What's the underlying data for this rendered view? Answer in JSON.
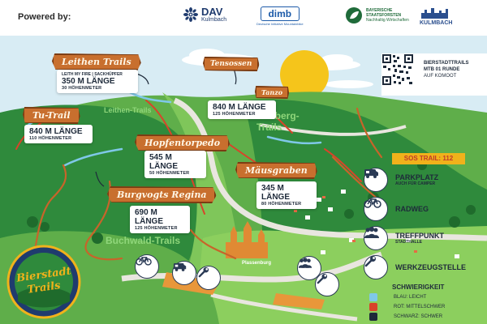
{
  "header": {
    "powered_by": "Powered by:",
    "sponsors": [
      {
        "name": "DAV",
        "sub": "Kulmbach"
      },
      {
        "name": "dimb",
        "sub": "Deutsche Initiative Mountainbike"
      },
      {
        "name": "BAYERISCHE STAATSFORSTEN",
        "sub": "Nachhaltig Wirtschaften"
      },
      {
        "name": "KULMBACH"
      }
    ]
  },
  "qr": {
    "line1": "BIERSTADTTRAILS",
    "line2": "MTB 01 RUNDE",
    "line3": "AUF KOMOOT"
  },
  "trails": [
    {
      "name": "Leithen Trails",
      "extra": "LEITH MY FIRE | SACKHÜPFER",
      "length": "350 M LÄNGE",
      "elevation": "30 HÖHENMETER"
    },
    {
      "name": "Tu-Trail",
      "length": "840 M LÄNGE",
      "elevation": "110 HÖHENMETER"
    },
    {
      "name": "Tensossen",
      "name2": "Tanzo",
      "length": "840 M LÄNGE",
      "elevation": "125 HÖHENMETER"
    },
    {
      "name": "Hopfentorpedo",
      "length": "545 M LÄNGE",
      "elevation": "50 HÖHENMETER"
    },
    {
      "name": "Mäusgraben",
      "length": "345 M LÄNGE",
      "elevation": "80 HÖHENMETER"
    },
    {
      "name": "Burgvogts Regina",
      "length": "690 M LÄNGE",
      "elevation": "125 HÖHENMETER"
    }
  ],
  "regions": {
    "leithen": "Leithen-Trails",
    "rehberg_1": "Rehberg-",
    "rehberg_2": "Trails",
    "buchwald": "Buchwald-Trails",
    "plassenburg": "Plassenburg"
  },
  "sos": "SOS TRAIL: 112",
  "legend": [
    {
      "icon": "camper-icon",
      "title": "PARKPLATZ",
      "sub": "AUCH FÜR CAMPER"
    },
    {
      "icon": "bicycle-icon",
      "title": "RADWEG",
      "sub": ""
    },
    {
      "icon": "group-icon",
      "title": "TREFFPUNKT",
      "sub": "STADTHALLE"
    },
    {
      "icon": "wrench-icon",
      "title": "WERKZEUGSTELLE",
      "sub": ""
    }
  ],
  "difficulty": {
    "title": "SCHWIERIGKEIT",
    "levels": [
      {
        "label": "BLAU: LEICHT",
        "color": "#7fc8e8"
      },
      {
        "label": "ROT: MITTELSCHWER",
        "color": "#d8442a"
      },
      {
        "label": "SCHWARZ: SCHWER",
        "color": "#1e2a3a"
      }
    ]
  },
  "badge": {
    "line1": "Bierstadt",
    "line2": "Trails"
  },
  "colors": {
    "sign": "#c86f2e",
    "hill_dark": "#2f8a3c",
    "hill_light": "#6cbf4e",
    "sky": "#d8ecf4",
    "sos": "#f0b21b"
  }
}
